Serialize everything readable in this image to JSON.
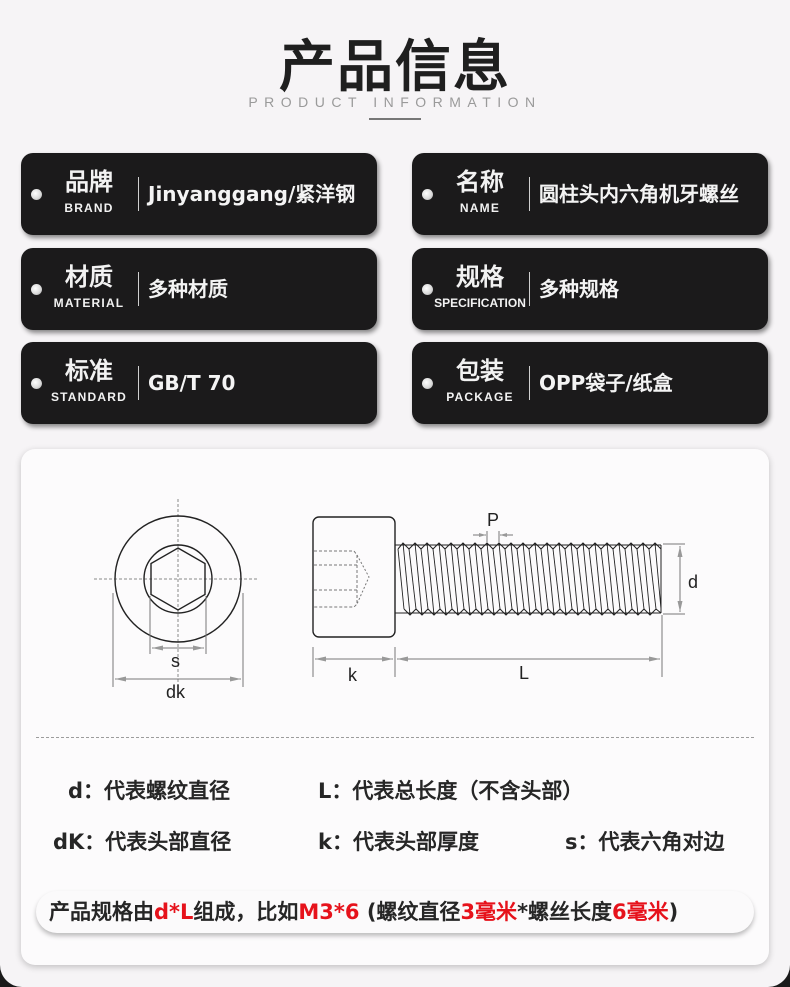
{
  "header": {
    "title": "产品信息",
    "subtitle": "PRODUCT INFORMATION"
  },
  "tags": [
    {
      "key_cn": "品牌",
      "key_en": "BRAND",
      "value": "Jinyanggang/紧洋钢"
    },
    {
      "key_cn": "名称",
      "key_en": "NAME",
      "value": "圆柱头内六角机牙螺丝"
    },
    {
      "key_cn": "材质",
      "key_en": "MATERIAL",
      "value": "多种材质"
    },
    {
      "key_cn": "规格",
      "key_en": "SPECIFICATION",
      "value": "多种规格"
    },
    {
      "key_cn": "标准",
      "key_en": "STANDARD",
      "value": "GB/T 70"
    },
    {
      "key_cn": "包装",
      "key_en": "PACKAGE",
      "value": "OPP袋子/纸盒"
    }
  ],
  "diagram": {
    "labels": {
      "s": "s",
      "dk": "dk",
      "P": "P",
      "d": "d",
      "k": "k",
      "L": "L"
    }
  },
  "legend": [
    {
      "text": "d：代表螺纹直径"
    },
    {
      "text": "L：代表总长度（不含头部）"
    },
    {
      "text": "dK：代表头部直径"
    },
    {
      "text": "k：代表头部厚度"
    },
    {
      "text": "s：代表六角对边"
    }
  ],
  "note": {
    "parts": [
      {
        "text": "产品规格由",
        "color": "#262626"
      },
      {
        "text": "d*L",
        "color": "#e6121b"
      },
      {
        "text": "组成，比如",
        "color": "#262626"
      },
      {
        "text": "M3*6",
        "color": "#e6121b"
      },
      {
        "text": " (螺纹直径",
        "color": "#262626"
      },
      {
        "text": "3毫米",
        "color": "#e6121b"
      },
      {
        "text": "*螺丝长度",
        "color": "#262626"
      },
      {
        "text": "6毫米",
        "color": "#e6121b"
      },
      {
        "text": ")",
        "color": "#262626"
      }
    ]
  },
  "colors": {
    "tag_bg": "#1b1a1b",
    "accent_red": "#e6121b",
    "page_bg": "#f6f4f6"
  }
}
